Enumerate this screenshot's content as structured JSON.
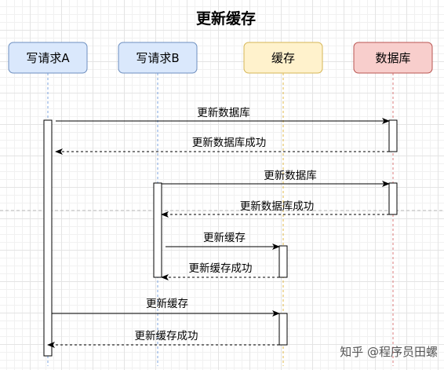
{
  "title": "更新缓存",
  "participants": [
    {
      "id": "a",
      "label": "写请求A",
      "fill": "#dae8fc",
      "stroke": "#6c8ebf"
    },
    {
      "id": "b",
      "label": "写请求B",
      "fill": "#dae8fc",
      "stroke": "#6c8ebf"
    },
    {
      "id": "cache",
      "label": "缓存",
      "fill": "#fff2cc",
      "stroke": "#d6b656"
    },
    {
      "id": "db",
      "label": "数据库",
      "fill": "#f8cecc",
      "stroke": "#b85450"
    }
  ],
  "messages": [
    {
      "label": "更新数据库",
      "from": "a",
      "to": "db",
      "kind": "call"
    },
    {
      "label": "更新数据库成功",
      "from": "db",
      "to": "a",
      "kind": "return"
    },
    {
      "label": "更新数据库",
      "from": "b",
      "to": "db",
      "kind": "call"
    },
    {
      "label": "更新数据库成功",
      "from": "db",
      "to": "b",
      "kind": "return"
    },
    {
      "label": "更新缓存",
      "from": "b",
      "to": "cache",
      "kind": "call"
    },
    {
      "label": "更新缓存成功",
      "from": "cache",
      "to": "b",
      "kind": "return"
    },
    {
      "label": "更新缓存",
      "from": "a",
      "to": "cache",
      "kind": "call"
    },
    {
      "label": "更新缓存成功",
      "from": "cache",
      "to": "a",
      "kind": "return"
    }
  ],
  "watermark": "知乎 @程序员田螺"
}
